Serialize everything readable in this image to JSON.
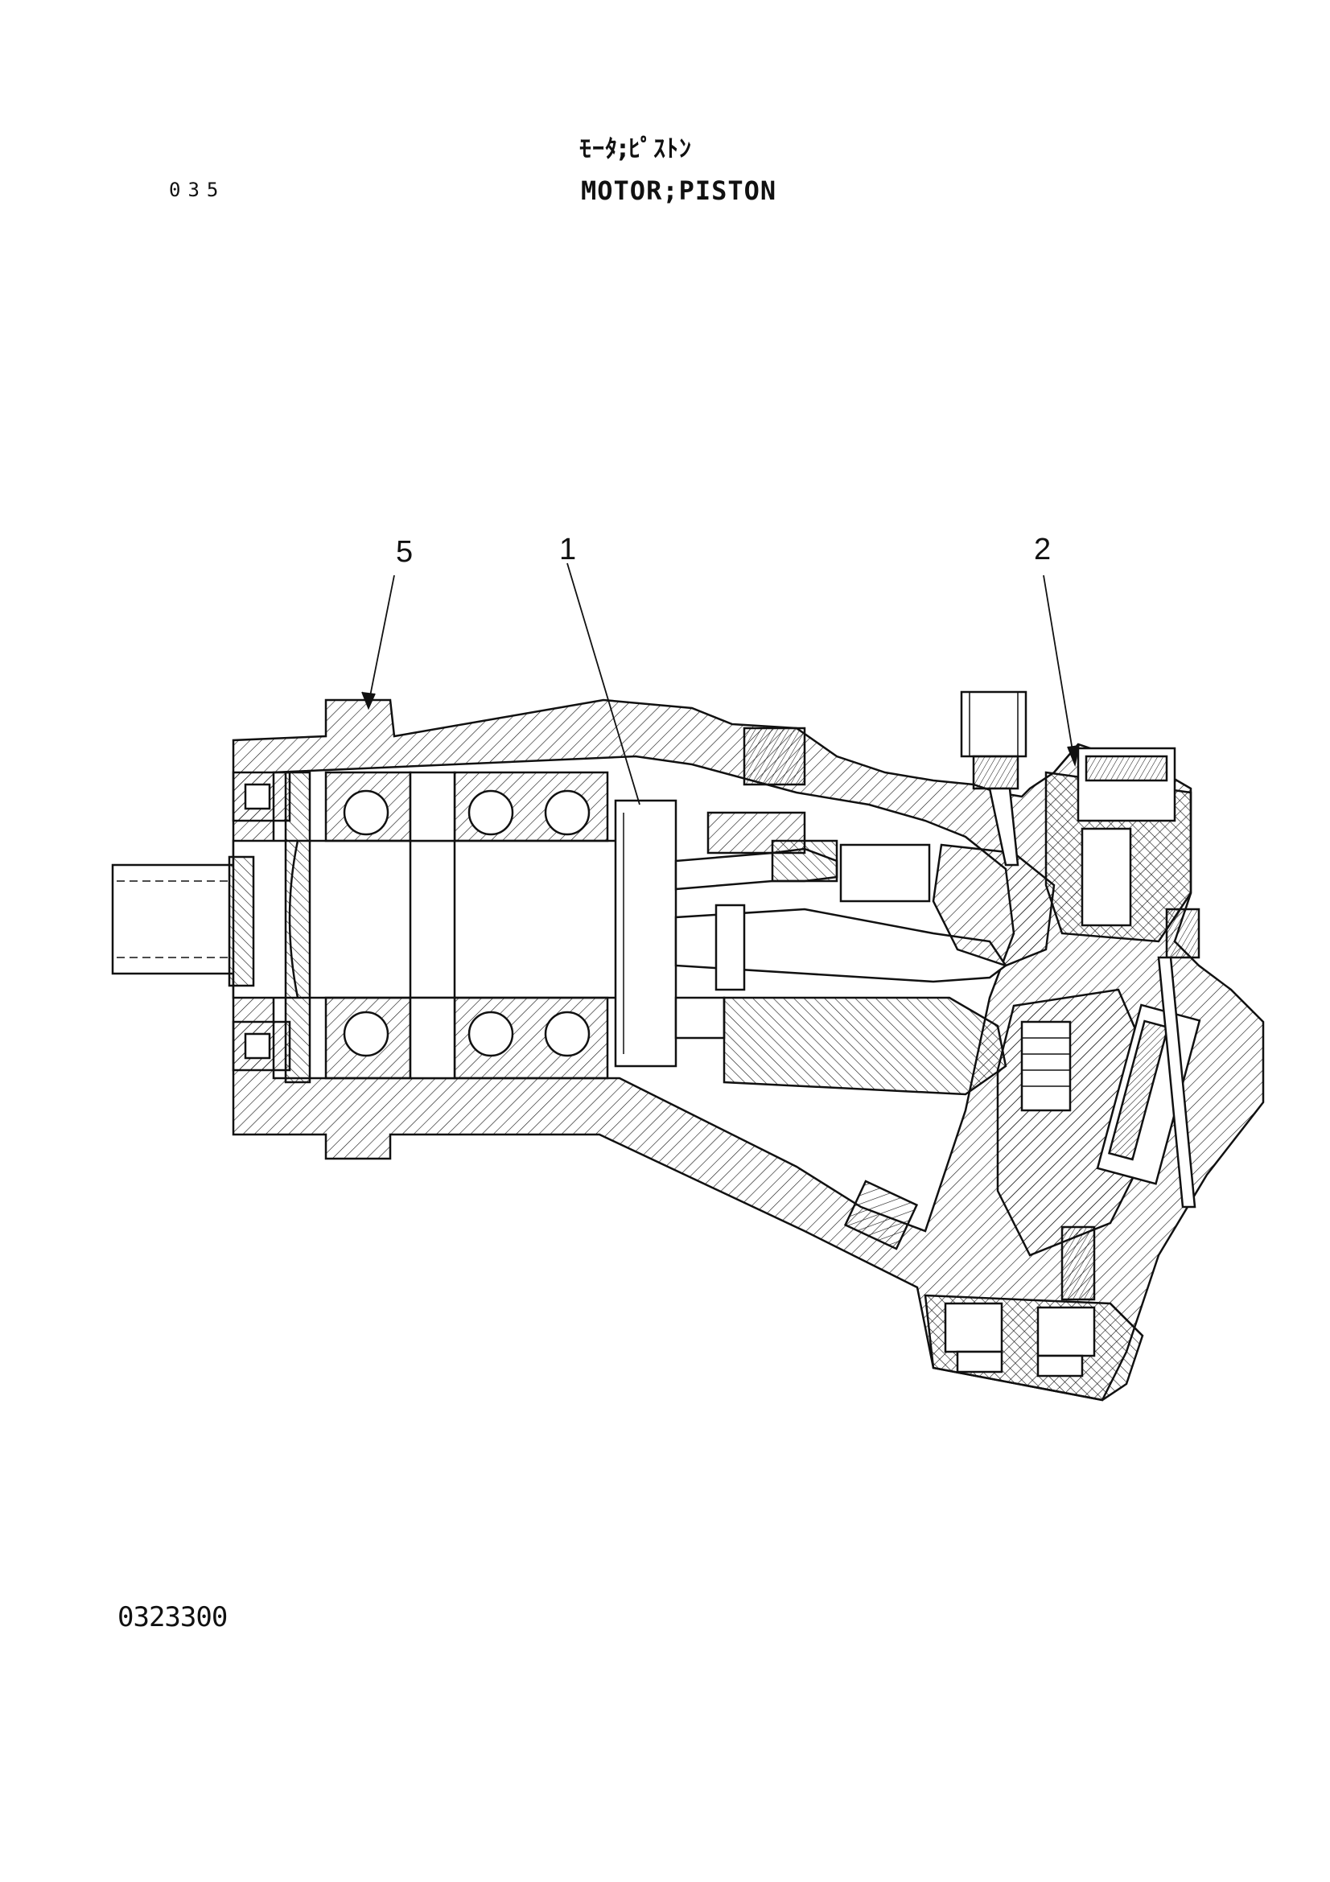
{
  "header": {
    "page_number": "035",
    "title_jp": "ﾓｰﾀ;ﾋﾟｽﾄﾝ",
    "title_en": "MOTOR;PISTON"
  },
  "diagram": {
    "callouts": [
      {
        "id": "5",
        "label": "5"
      },
      {
        "id": "1",
        "label": "1"
      },
      {
        "id": "2",
        "label": "2"
      }
    ],
    "line_color": "#111111"
  },
  "footer": {
    "drawing_number": "0323300"
  }
}
